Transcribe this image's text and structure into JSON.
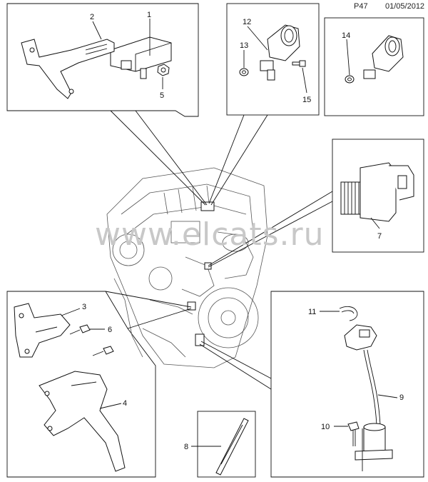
{
  "header": {
    "page_code": "P47",
    "date": "01/05/2012"
  },
  "watermark": "www.elcats.ru",
  "callouts": {
    "c1": "1",
    "c2": "2",
    "c3": "3",
    "c4": "4",
    "c5": "5",
    "c6": "6",
    "c7": "7",
    "c8": "8",
    "c9": "9",
    "c10": "10",
    "c11": "11",
    "c12": "12",
    "c13": "13",
    "c14": "14",
    "c15": "15"
  }
}
